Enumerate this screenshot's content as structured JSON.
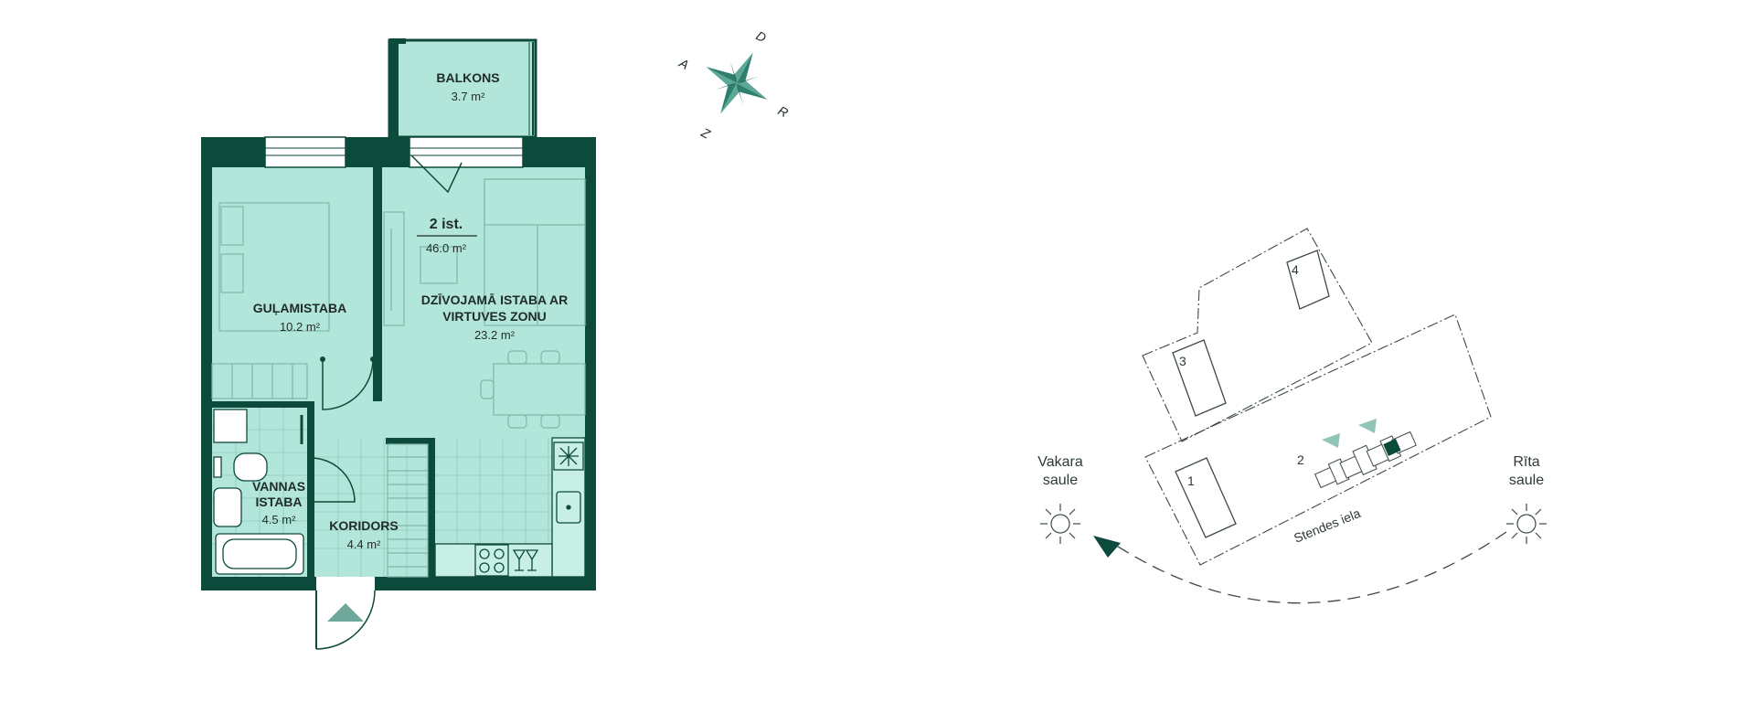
{
  "colors": {
    "wall": "#0c4a3b",
    "floor": "#b3e6da",
    "furniture": "#7fb8aa",
    "accent": "#5aa895",
    "site_line": "#3d4a48",
    "arrow": "#0c4a3b"
  },
  "unit": {
    "rooms_label": "2 ist.",
    "total_area": "46.0 m²"
  },
  "rooms": [
    {
      "name": "BALKONS",
      "area": "3.7 m²"
    },
    {
      "name": "GUĻAMISTABA",
      "area": "10.2 m²"
    },
    {
      "name_line1": "DZĪVOJAMĀ ISTABA AR",
      "name_line2": "VIRTUVES ZONU",
      "area": "23.2 m²"
    },
    {
      "name_line1": "VANNAS",
      "name_line2": "ISTABA",
      "area": "4.5 m²"
    },
    {
      "name": "KORIDORS",
      "area": "4.4 m²"
    }
  ],
  "compass": {
    "north": "Z",
    "east": "A",
    "south": "D",
    "west": "R",
    "icon": "compass-rose-icon"
  },
  "site_plan": {
    "buildings": [
      "1",
      "2",
      "3",
      "4"
    ],
    "street": "Stendes iela",
    "sun_evening_line1": "Vakara",
    "sun_evening_line2": "saule",
    "sun_morning_line1": "Rīta",
    "sun_morning_line2": "saule",
    "sun_icon": "sun-icon"
  }
}
